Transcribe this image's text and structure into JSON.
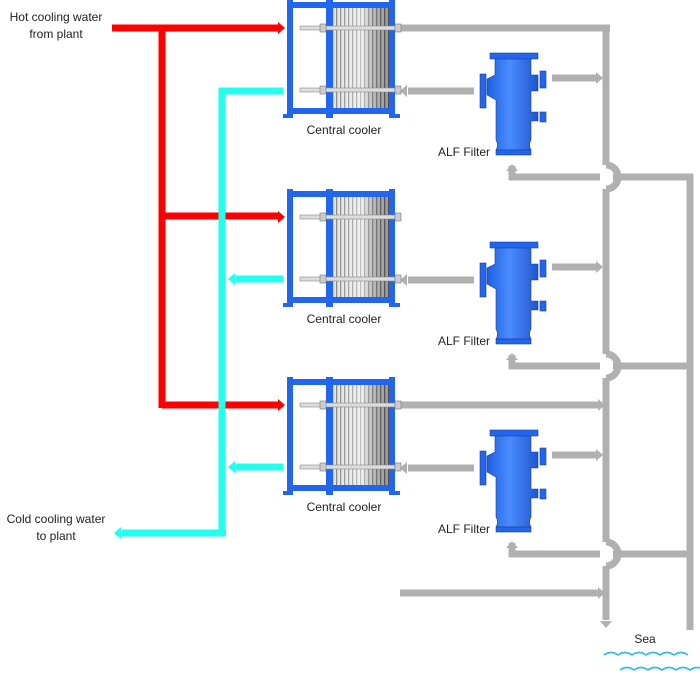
{
  "labels": {
    "hot_in_line1": "Hot cooling water",
    "hot_in_line2": "from plant",
    "cold_out_line1": "Cold cooling water",
    "cold_out_line2": "to plant",
    "sea": "Sea"
  },
  "units": [
    {
      "cooler_label": "Central cooler",
      "filter_label": "ALF Filter"
    },
    {
      "cooler_label": "Central cooler",
      "filter_label": "ALF Filter"
    },
    {
      "cooler_label": "Central cooler",
      "filter_label": "ALF Filter"
    }
  ],
  "colors": {
    "hot_water": "#ff0000",
    "cold_water": "#22ffee",
    "sea_water": "#b0b0b0",
    "equipment": "#2266ee",
    "sea_waves": "#33bbee"
  }
}
